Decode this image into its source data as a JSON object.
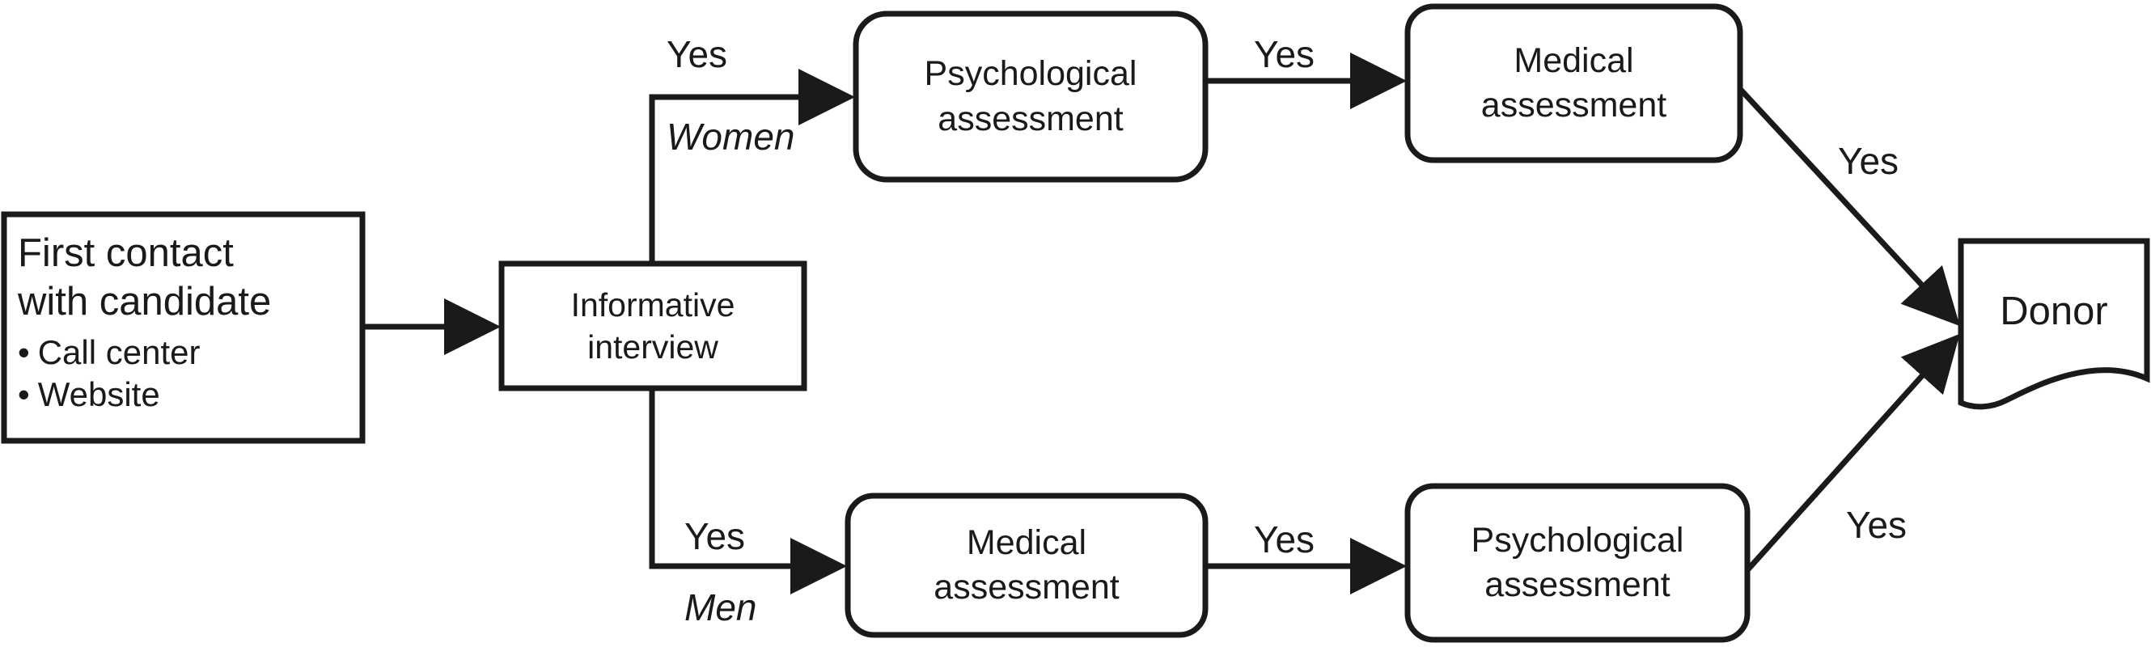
{
  "nodes": {
    "first_contact": {
      "title_line1": "First contact",
      "title_line2": "with candidate",
      "items": [
        "Call center",
        "Website"
      ]
    },
    "informative_interview": {
      "line1": "Informative",
      "line2": "interview"
    },
    "women_psych": {
      "line1": "Psychological",
      "line2": "assessment"
    },
    "women_medical": {
      "line1": "Medical",
      "line2": "assessment"
    },
    "men_medical": {
      "line1": "Medical",
      "line2": "assessment"
    },
    "men_psych": {
      "line1": "Psychological",
      "line2": "assessment"
    },
    "donor": {
      "label": "Donor"
    }
  },
  "edge_labels": {
    "to_women_psych": "Yes",
    "women_branch": "Women",
    "to_women_medical": "Yes",
    "women_to_donor": "Yes",
    "to_men_medical": "Yes",
    "men_branch": "Men",
    "to_men_psych": "Yes",
    "men_to_donor": "Yes"
  },
  "colors": {
    "stroke": "#1a1a1a",
    "fill": "#ffffff"
  }
}
